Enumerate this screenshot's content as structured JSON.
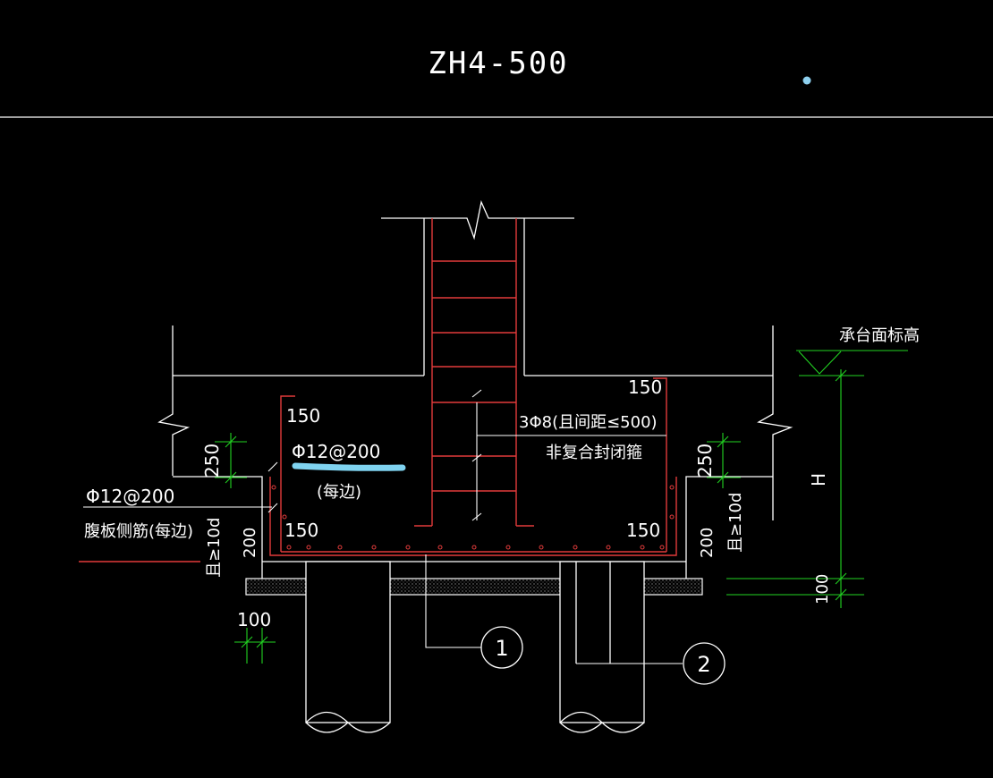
{
  "title": "ZH4-500",
  "colors": {
    "background": "#000000",
    "concrete": "#ffffff",
    "rebar": "#e23b3b",
    "dimension": "#22d322",
    "annotation_highlight": "#7fd3f0",
    "cursor_dot": "#8ed0ef"
  },
  "labels": {
    "cap_top_elevation": "承台面标高",
    "stirrup_spec": "3Φ8(且间距≤500)",
    "stirrup_note": "非复合封闭箍",
    "side_bar_spec": "Φ12@200",
    "side_bar_note": "(每边)",
    "web_bar_spec": "Φ12@200",
    "web_bar_note": "腹板侧筋(每边)",
    "anchor_left": "且≥10d",
    "anchor_right": "且≥10d",
    "callout_1": "1",
    "callout_2": "2",
    "height_symbol": "H"
  },
  "dimensions": {
    "top_left_150": "150",
    "top_right_150": "150",
    "bottom_left_150": "150",
    "bottom_right_150": "150",
    "left_250": "250",
    "right_250": "250",
    "left_200": "200",
    "right_200": "200",
    "bottom_100": "100",
    "right_100": "100"
  }
}
